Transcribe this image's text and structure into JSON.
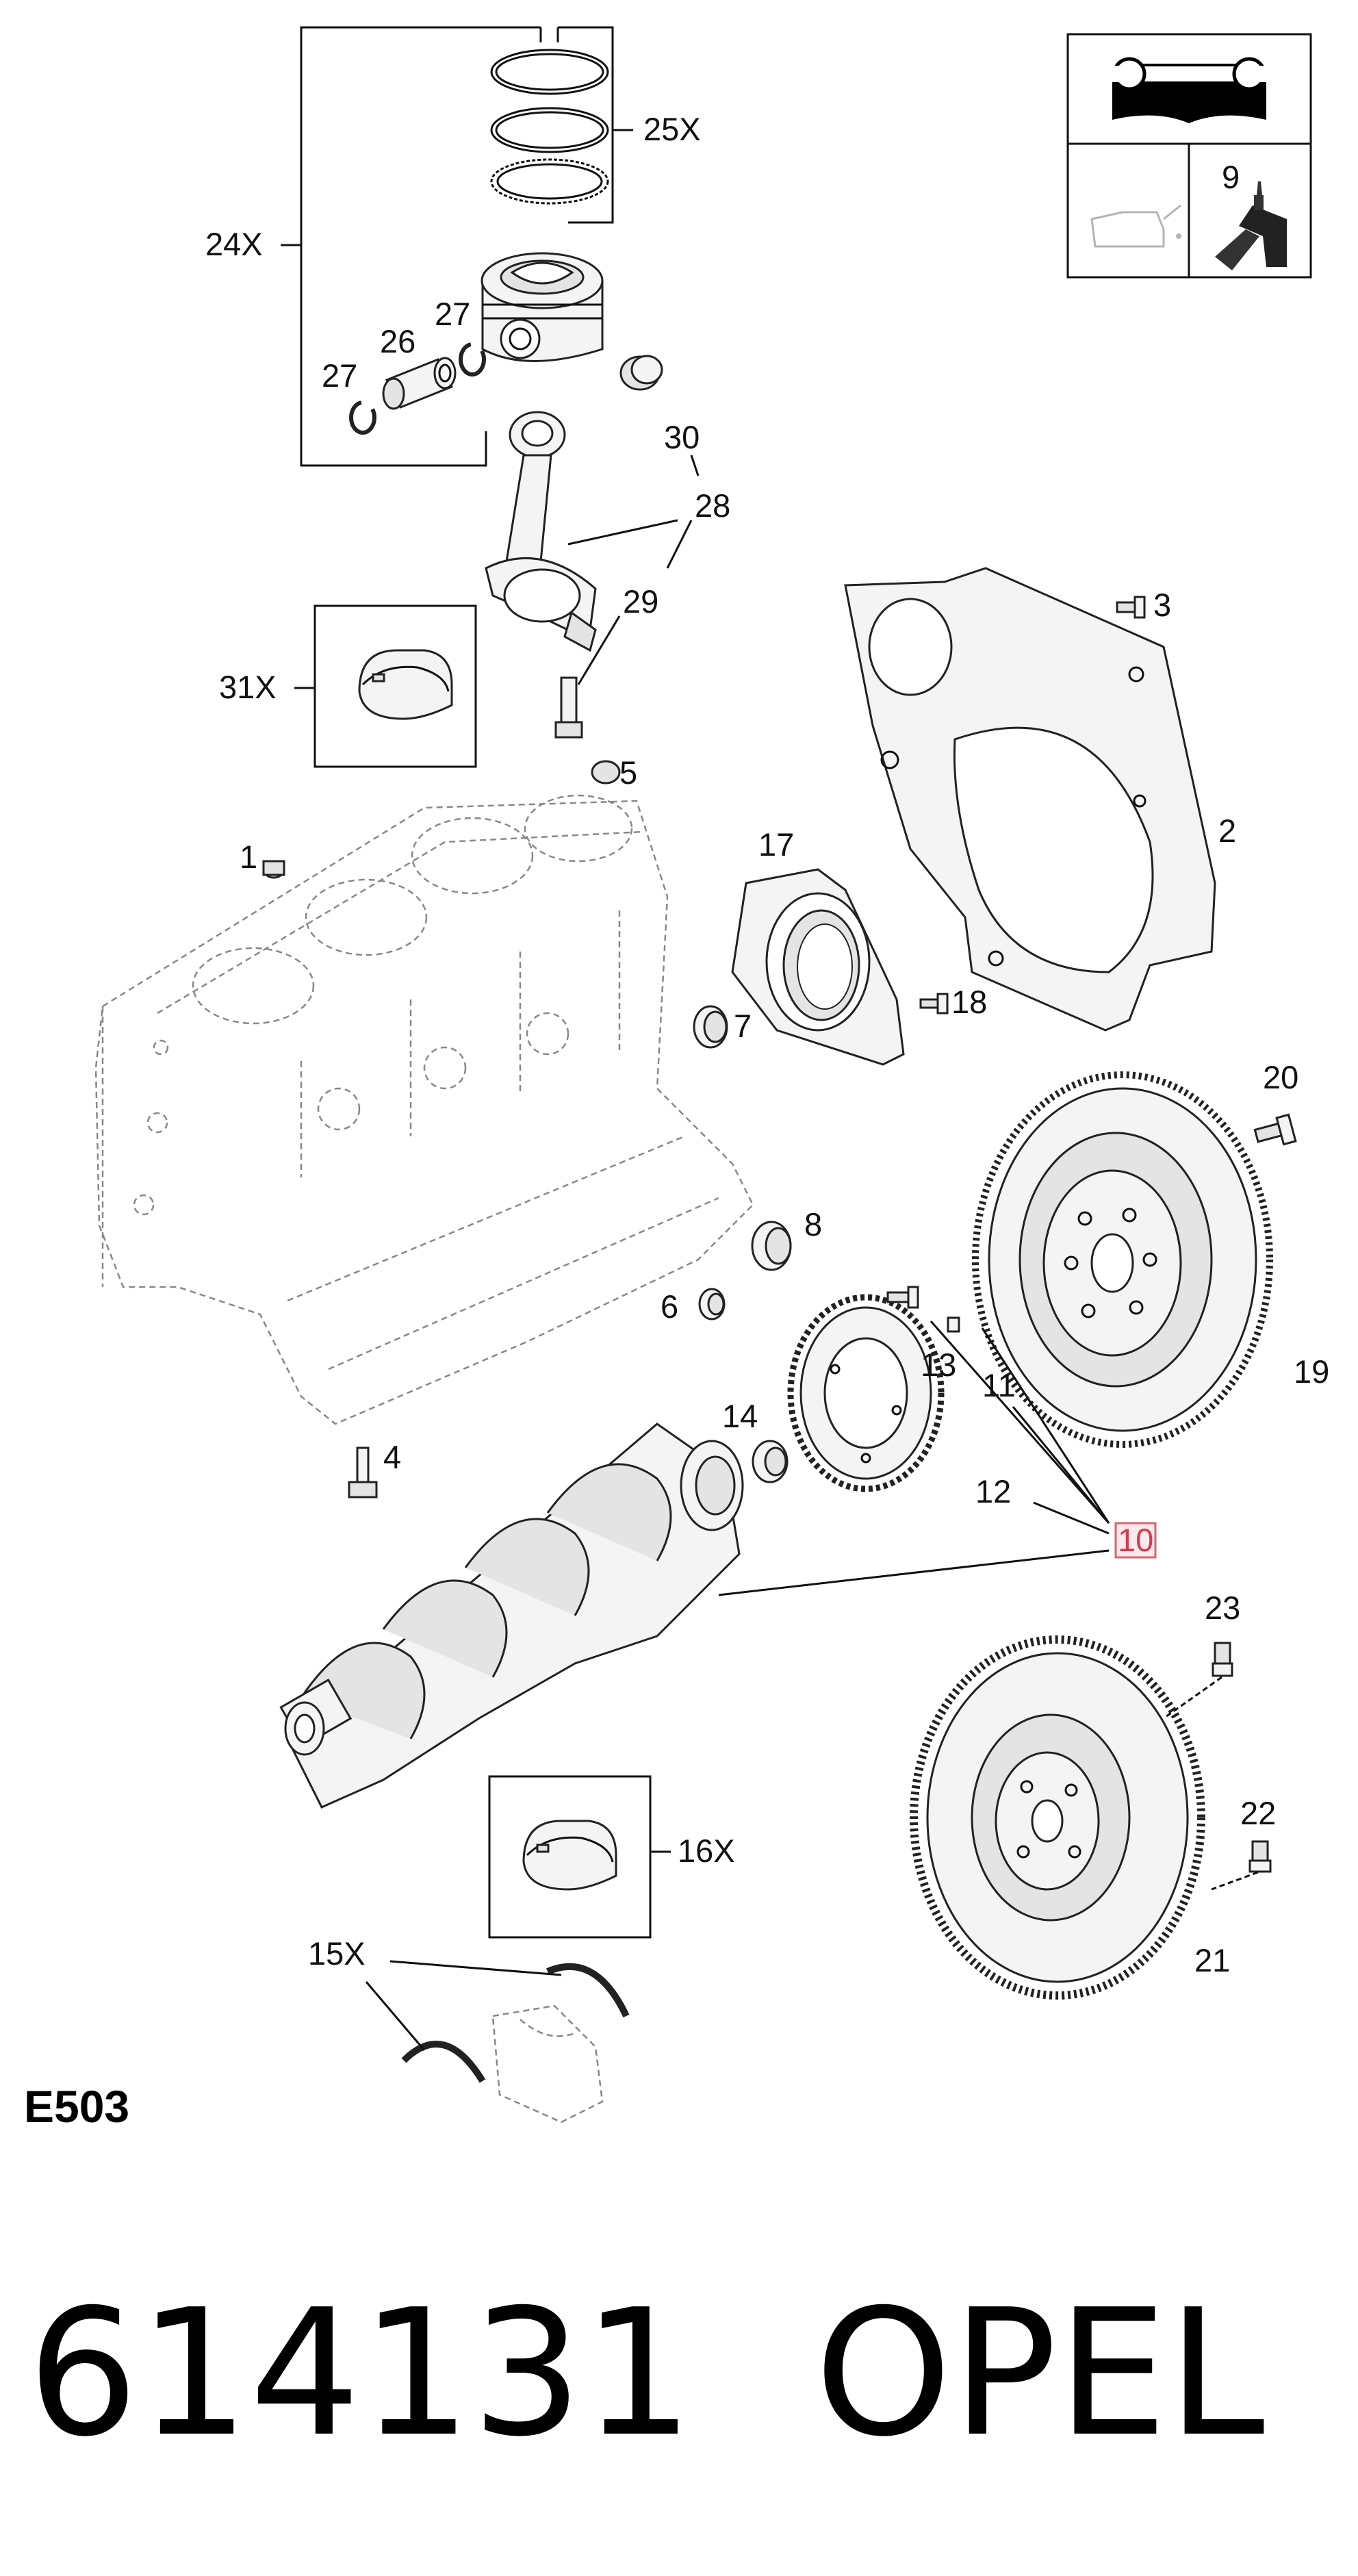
{
  "diagram": {
    "section_code": "E503",
    "part_number": "614131",
    "brand": "OPEL",
    "highlighted_callout": "10",
    "callouts": {
      "c24x": "24X",
      "c25x": "25X",
      "c26": "26",
      "c27a": "27",
      "c27b": "27",
      "c28": "28",
      "c29": "29",
      "c30": "30",
      "c31x": "31X",
      "c1": "1",
      "c2": "2",
      "c3": "3",
      "c4": "4",
      "c5": "5",
      "c6": "6",
      "c7": "7",
      "c8": "8",
      "c9": "9",
      "c10": "10",
      "c11": "11",
      "c12": "12",
      "c13": "13",
      "c14": "14",
      "c15x": "15X",
      "c16x": "16X",
      "c17": "17",
      "c18": "18",
      "c19": "19",
      "c20": "20",
      "c21": "21",
      "c22": "22",
      "c23": "23"
    },
    "icons": [
      "manual-wrench-icon",
      "oil-can-icon",
      "sealant-tube-icon"
    ],
    "colors": {
      "highlight": "#e06070",
      "ink": "#111111"
    }
  }
}
